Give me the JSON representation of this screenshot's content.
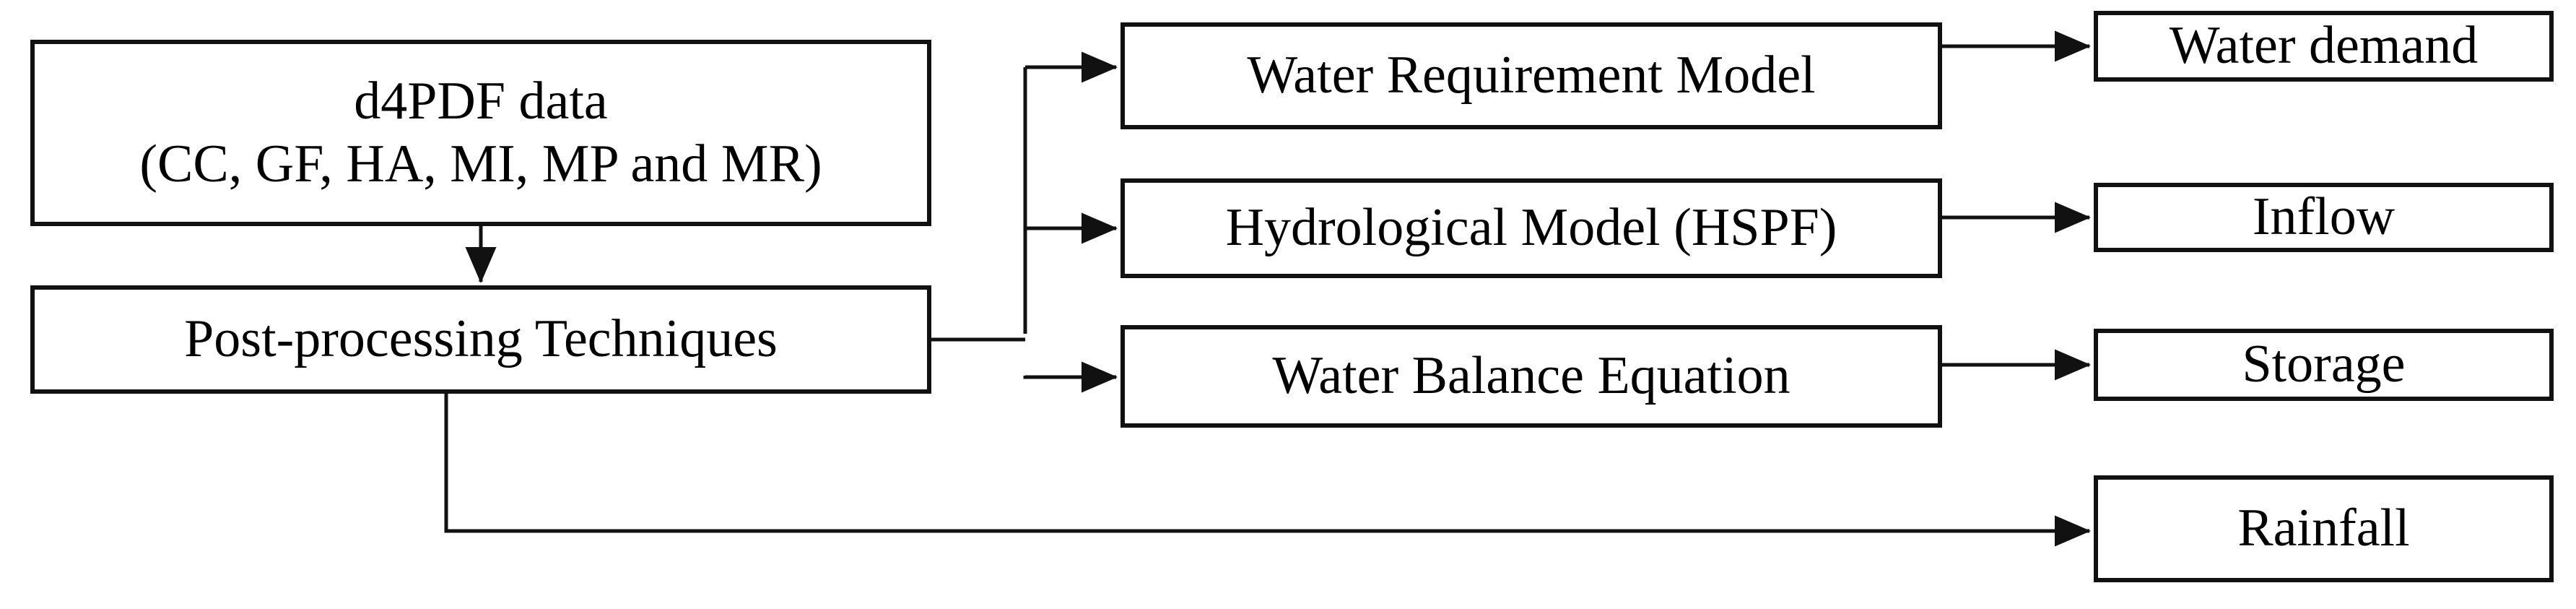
{
  "diagram": {
    "title": "Water resources modelling framework flowchart",
    "background_color": "#ffffff",
    "stroke_color": "#111111",
    "text_color": "#000000"
  },
  "nodes": {
    "source": {
      "line1": "d4PDF data",
      "line2": "(CC, GF, HA, MI, MP and MR)"
    },
    "postprocessing": {
      "label": "Post-processing Techniques"
    },
    "water_requirement_model": {
      "label": "Water Requirement Model"
    },
    "hydrological_model": {
      "label": "Hydrological Model (HSPF)"
    },
    "water_balance_equation": {
      "label": "Water Balance Equation"
    },
    "water_demand": {
      "label": "Water demand"
    },
    "inflow": {
      "label": "Inflow"
    },
    "storage": {
      "label": "Storage"
    },
    "rainfall": {
      "label": "Rainfall"
    }
  },
  "edges": [
    {
      "id": "source-to-postprocessing",
      "from": "source",
      "to": "postprocessing",
      "arrow": true
    },
    {
      "id": "postprocessing-to-water-requirement-model",
      "from": "postprocessing",
      "to": "water_requirement_model",
      "arrow": true
    },
    {
      "id": "postprocessing-to-hydrological-model",
      "from": "postprocessing",
      "to": "hydrological_model",
      "arrow": true
    },
    {
      "id": "postprocessing-to-water-balance-equation",
      "from": "postprocessing",
      "to": "water_balance_equation",
      "arrow": true
    },
    {
      "id": "postprocessing-to-rainfall",
      "from": "postprocessing",
      "to": "rainfall",
      "arrow": true
    },
    {
      "id": "water-requirement-model-to-water-demand",
      "from": "water_requirement_model",
      "to": "water_demand",
      "arrow": true
    },
    {
      "id": "hydrological-model-to-inflow",
      "from": "hydrological_model",
      "to": "inflow",
      "arrow": true
    },
    {
      "id": "water-balance-equation-to-storage",
      "from": "water_balance_equation",
      "to": "storage",
      "arrow": true
    }
  ]
}
